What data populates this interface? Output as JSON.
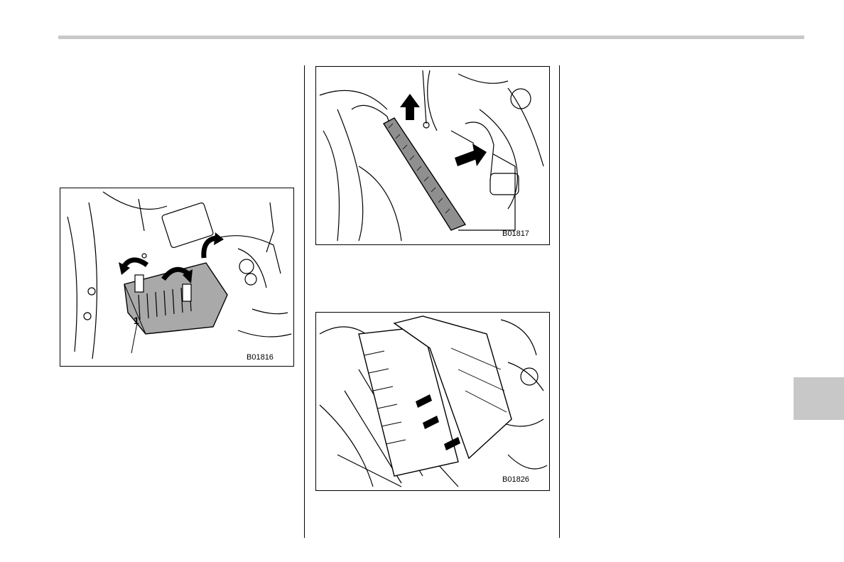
{
  "figures": [
    {
      "code": "B01816",
      "callout": "1"
    },
    {
      "code": "B01817"
    },
    {
      "code": "B01826"
    }
  ],
  "colors": {
    "rule": "#c8c8c8",
    "tab": "#c8c8c8",
    "line": "#000000"
  }
}
